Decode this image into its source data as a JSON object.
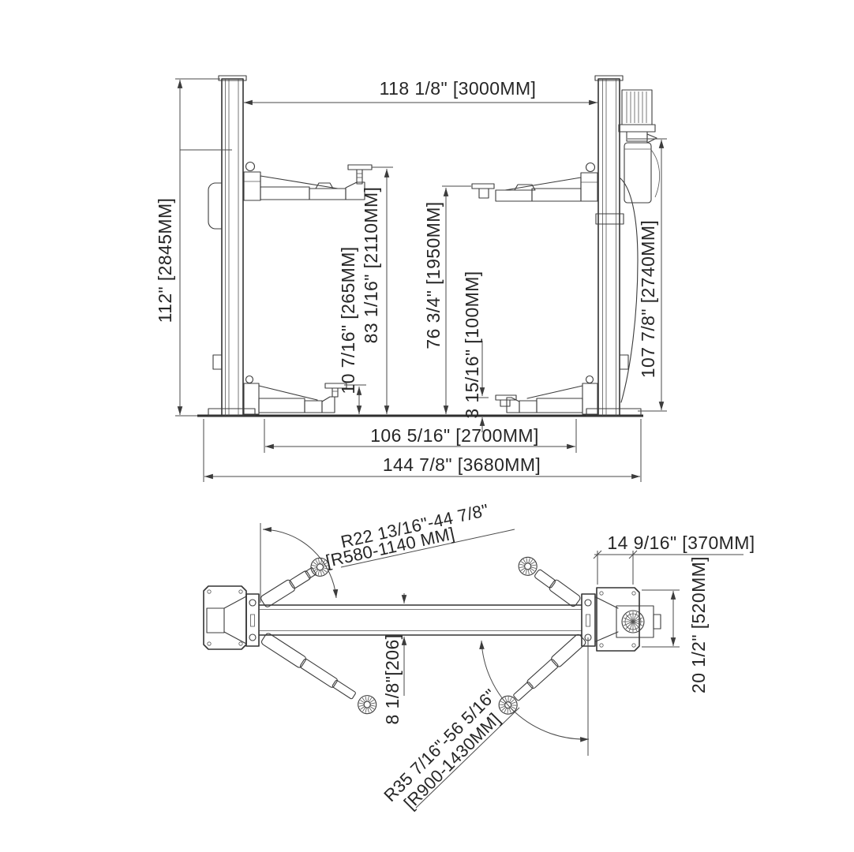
{
  "drawing": {
    "views": {
      "front": {
        "labels": {
          "post_spacing": "118 1/8\" [3000MM]",
          "overall_height": "112\" [2845MM]",
          "max_lifting_height": "83 1/16\" [2110MM]",
          "min_pad_height": "10 7/16\" [265MM]",
          "max_clearance": "76 3/4\" [1950MM]",
          "lowered_pad_height": "3 15/16\" [100MM]",
          "inner_base_width": "106 5/16\" [2700MM]",
          "overall_width": "144 7/8\" [3680MM]",
          "column_height": "107 7/8\" [2740MM]"
        }
      },
      "plan": {
        "labels": {
          "front_arm_reach": "R22 13/16\"-44 7/8\"",
          "front_arm_reach_mm": "[R580-1140 MM]",
          "base_plate_width": "14 9/16\" [370MM]",
          "base_plate_depth": "20 1/2\" [520MM]",
          "beam_width": "8 1/8\"[206]",
          "rear_arm_reach": "R35 7/16\"-56 5/16\"",
          "rear_arm_reach_mm": "[R900-1430MM]"
        }
      }
    }
  }
}
